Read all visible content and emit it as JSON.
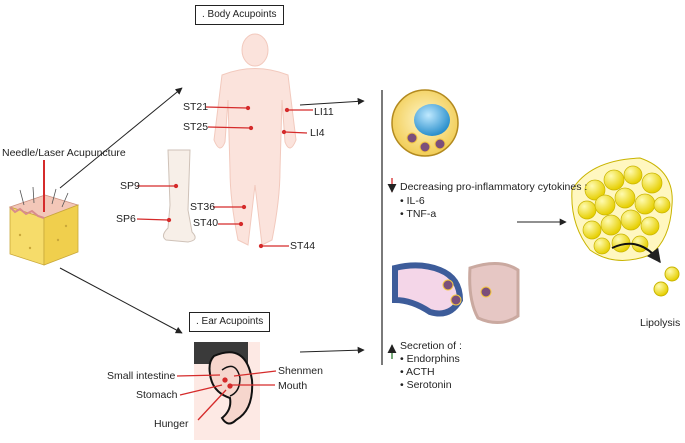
{
  "needle_label": "Needle/Laser Acupuncture",
  "body_title": ". Body Acupoints",
  "ear_title": ". Ear Acupoints",
  "body_points": {
    "st21": "ST21",
    "st25": "ST25",
    "li11": "LI11",
    "li4": "LI4",
    "sp9": "SP9",
    "sp6": "SP6",
    "st36": "ST36",
    "st40": "ST40",
    "st44": "ST44"
  },
  "ear_points": {
    "small_intestine": "Small intestine",
    "stomach": "Stomach",
    "hunger": "Hunger",
    "shenmen": "Shenmen",
    "mouth": "Mouth"
  },
  "cytokines": {
    "heading": "Decreasing pro-inflammatory cytokines :",
    "items": [
      "IL-6",
      "TNF-a"
    ]
  },
  "secretion": {
    "heading": "Secretion of :",
    "items": [
      "Endorphins",
      "ACTH",
      "Serotonin"
    ]
  },
  "lipolysis_label": "Lipolysis",
  "colors": {
    "point_red": "#d52b2b",
    "down_arrow": "#d52b2b",
    "up_arrow": "#2e7d32",
    "fat": "#f3e21a"
  }
}
